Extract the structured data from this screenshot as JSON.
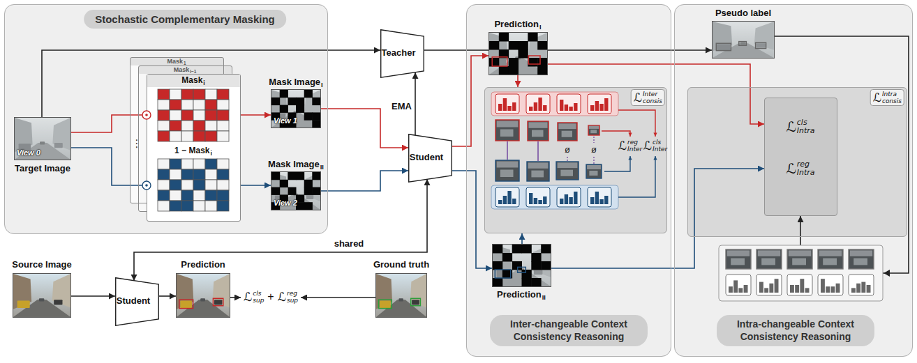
{
  "diagram": {
    "nodes": [
      {
        "text": [
          "Stochastic Complementary Masking"
        ]
      },
      {
        "text": [
          "View 0",
          "Target Image"
        ],
        "in": 0
      },
      {
        "text": [
          "Mask",
          "1"
        ],
        "in": 0
      },
      {
        "text": [
          "Mask",
          "i−1"
        ],
        "in": 0
      },
      {
        "text": [
          "Mask",
          "i",
          "1 − Mask",
          "i"
        ],
        "in": 0
      },
      {
        "text": [
          "Mask Image",
          "I",
          "View 1"
        ],
        "in": 0
      },
      {
        "text": [
          "Mask Image",
          "II",
          "View 2"
        ],
        "in": 0
      },
      {
        "text": [
          "Teacher"
        ]
      },
      {
        "text": [
          "Student"
        ]
      },
      {
        "text": [
          "Inter-changeable Context Consistency Reasoning"
        ]
      },
      {
        "text": [
          "Prediction",
          "I"
        ],
        "in": 9
      },
      {
        "text": [
          "ℒ",
          "Inter",
          "consis",
          "ℒ",
          "reg",
          "Inter",
          "ℒ",
          "cls",
          "Inter"
        ],
        "in": 9
      },
      {
        "text": [
          "Prediction",
          "II"
        ],
        "in": 9
      },
      {
        "text": [
          "Intra-changeable Context Consistency Reasoning"
        ]
      },
      {
        "text": [
          "Pseudo label"
        ],
        "in": 13
      },
      {
        "text": [
          "ℒ",
          "Intra",
          "consis"
        ],
        "in": 13
      },
      {
        "text": [
          "ℒ",
          "cls",
          "Intra",
          "ℒ",
          "reg",
          "Intra"
        ],
        "in": 15
      },
      {
        "text": [
          "Source Image"
        ]
      },
      {
        "text": [
          "Student"
        ]
      },
      {
        "text": [
          "Prediction"
        ]
      },
      {
        "text": [
          "ℒ",
          "cls",
          "sup",
          "+",
          "ℒ",
          "reg",
          "sup"
        ]
      },
      {
        "text": [
          "Ground truth"
        ]
      }
    ],
    "edges": [
      {
        "from": 1,
        "to": 7,
        "arrow": "to"
      },
      {
        "from": 1,
        "to": 5,
        "arrow": "to"
      },
      {
        "from": 1,
        "to": 6,
        "arrow": "to"
      },
      {
        "from": 5,
        "to": 8,
        "arrow": "to"
      },
      {
        "from": 6,
        "to": 8,
        "arrow": "to"
      },
      {
        "from": 8,
        "to": 7,
        "arrow": "to",
        "label": "EMA"
      },
      {
        "from": 8,
        "to": 10,
        "arrow": "to"
      },
      {
        "from": 8,
        "to": 12,
        "arrow": "to"
      },
      {
        "from": 7,
        "to": 14,
        "arrow": "to"
      },
      {
        "from": 14,
        "to": 16,
        "arrow": "to"
      },
      {
        "from": 10,
        "to": 16,
        "arrow": "to"
      },
      {
        "from": 12,
        "to": 16,
        "arrow": "to"
      },
      {
        "from": 10,
        "to": 11,
        "arrow": "to"
      },
      {
        "from": 12,
        "to": 11,
        "arrow": "to"
      },
      {
        "from": 17,
        "to": 18,
        "arrow": "to"
      },
      {
        "from": 18,
        "to": 19,
        "arrow": "to"
      },
      {
        "from": 18,
        "to": 8,
        "arrow": "both",
        "label": "shared"
      },
      {
        "from": 19,
        "to": 20,
        "arrow": "to"
      },
      {
        "from": 21,
        "to": 20,
        "arrow": "to"
      }
    ],
    "labels": [
      "⋮",
      "ø",
      "ø"
    ]
  }
}
